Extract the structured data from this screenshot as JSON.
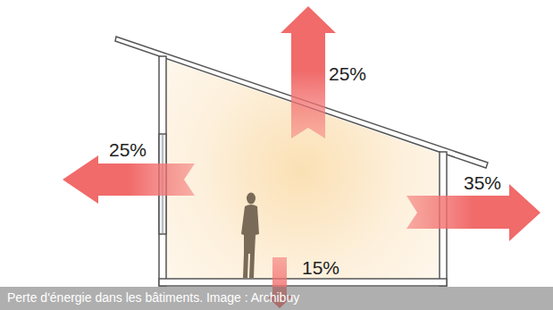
{
  "diagram": {
    "caption": "Perte d'énergie dans les bâtiments. Image : Archibuy",
    "labels": [
      "25%",
      "25%",
      "35%",
      "15%"
    ]
  }
}
